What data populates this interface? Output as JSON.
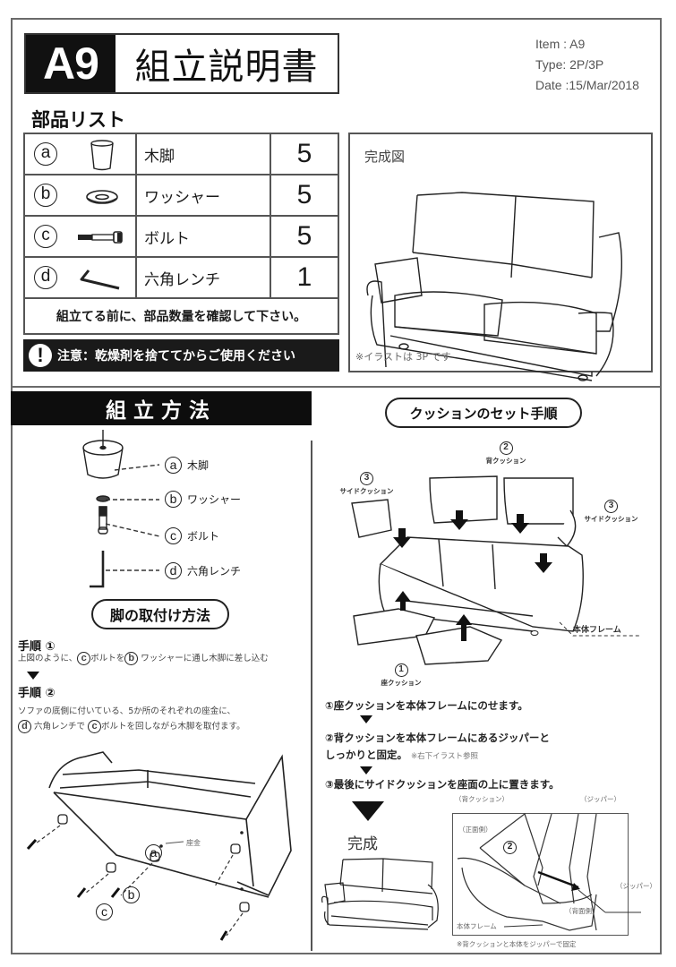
{
  "header": {
    "code": "A9",
    "title": "組立説明書",
    "meta": {
      "item": "Item : A9",
      "type": "Type: 2P/3P",
      "date": "Date :15/Mar/2018"
    }
  },
  "parts": {
    "heading": "部品リスト",
    "items": [
      {
        "letter": "a",
        "icon": "wooden-leg-icon",
        "name": "木脚",
        "qty": "5"
      },
      {
        "letter": "b",
        "icon": "washer-icon",
        "name": "ワッシャー",
        "qty": "5"
      },
      {
        "letter": "c",
        "icon": "bolt-icon",
        "name": "ボルト",
        "qty": "5"
      },
      {
        "letter": "d",
        "icon": "hex-wrench-icon",
        "name": "六角レンチ",
        "qty": "1"
      }
    ],
    "note": "組立てる前に、部品数量を確認して下さい。"
  },
  "caution": {
    "icon": "!",
    "text": "注意：乾燥剤を捨ててからご使用ください"
  },
  "completed_view": {
    "label": "完成図",
    "note": "※イラストは 3P です"
  },
  "assembly": {
    "heading": "組立方法",
    "exploded_labels": [
      {
        "letter": "a",
        "text": "木脚"
      },
      {
        "letter": "b",
        "text": "ワッシャー"
      },
      {
        "letter": "c",
        "text": "ボルト"
      },
      {
        "letter": "d",
        "text": "六角レンチ"
      }
    ],
    "legs_heading": "脚の取付け方法",
    "step1": {
      "title": "手順 ①",
      "text_before": "上図のように、",
      "circle1": "c",
      "text_mid": "ボルトを",
      "circle2": "b",
      "text_after": " ワッシャーに通し木脚に差し込む"
    },
    "step2": {
      "title": "手順 ②",
      "line1": "ソファの底側に付いている、5か所のそれぞれの座金に、",
      "circle1": "d",
      "text_mid": " 六角レンチで ",
      "circle2": "c",
      "text_after": "ボルトを回しながら木脚を取付ます。"
    },
    "diagram_labels": {
      "zagane": "座金",
      "a": "a",
      "b": "b",
      "c": "c"
    }
  },
  "cushion": {
    "heading": "クッションのセット手順",
    "labels": {
      "back_num": "2",
      "back": "背クッション",
      "side_left_num": "3",
      "side_left": "サイドクッション",
      "side_right_num": "3",
      "side_right": "サイドクッション",
      "seat_num": "1",
      "seat": "座クッション",
      "frame": "本体フレーム"
    },
    "steps": [
      "①座クッションを本体フレームにのせます。",
      "②背クッションを本体フレームにあるジッパーと",
      "しっかりと固定。",
      "③最後にサイドクッションを座面の上に置きます。"
    ],
    "step2_sub": "※右下イラスト参照",
    "done": "完成",
    "detail": {
      "back_cushion": "（背クッション）",
      "zipper_top": "（ジッパー）",
      "front_side": "（正面側）",
      "num": "2",
      "zipper_right": "（ジッパー）",
      "back_side": "（背面側）",
      "frame": "本体フレーム",
      "caption": "※背クッションと本体をジッパーで固定"
    }
  }
}
